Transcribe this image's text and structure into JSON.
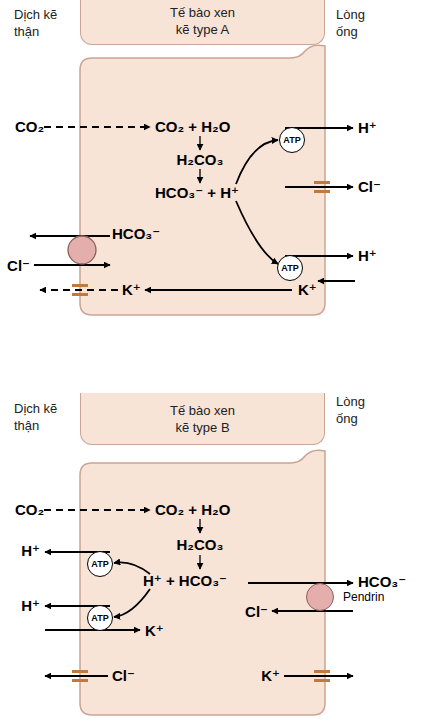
{
  "diagram": {
    "nodes": [
      {
        "text": [
          "Tế bào xen kẽ type A"
        ]
      },
      {
        "text": [
          "ATP"
        ]
      },
      {
        "text": [
          "ATP"
        ]
      },
      {
        "text": [
          "Tế bào xen kẽ type B"
        ]
      },
      {
        "text": [
          "ATP"
        ]
      },
      {
        "text": [
          "ATP"
        ]
      },
      {
        "text": [
          "Pendrin"
        ]
      }
    ],
    "labels": [
      "Dịch kẽ thận",
      "Lòng ống",
      "CO₂",
      "CO₂ + H₂O",
      "H₂CO₃",
      "HCO₃⁻ + H⁺",
      "H⁺",
      "Cl⁻",
      "HCO₃⁻",
      "H⁺",
      "Cl⁻",
      "K⁺",
      "K⁺",
      "Dịch kẽ thận",
      "Lòng ống",
      "CO₂",
      "CO₂ + H₂O",
      "H⁺",
      "H₂CO₃",
      "H⁺ + HCO₃⁻",
      "HCO₃⁻",
      "H⁺",
      "Cl⁻",
      "K⁺",
      "Cl⁻",
      "K⁺"
    ]
  }
}
